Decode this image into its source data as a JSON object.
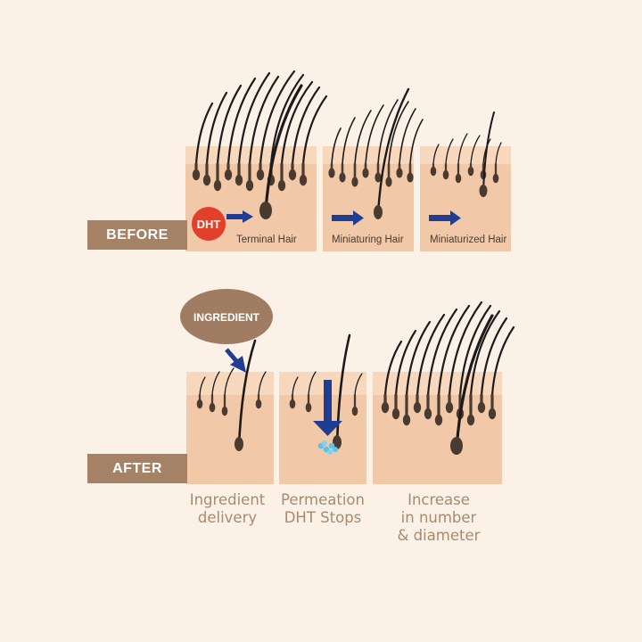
{
  "before": {
    "label": "BEFORE",
    "dht_badge": "DHT",
    "stages": [
      {
        "label": "Terminal Hair"
      },
      {
        "label": "Miniaturing Hair"
      },
      {
        "label": "Miniaturized Hair"
      }
    ]
  },
  "after": {
    "label": "AFTER",
    "ingredient_bubble": "INGREDIENT",
    "captions": [
      {
        "lines": [
          "Ingredient",
          "delivery"
        ]
      },
      {
        "lines": [
          "Permeation",
          "DHT Stops"
        ]
      },
      {
        "lines": [
          "Increase",
          "in number",
          "& diameter"
        ]
      }
    ]
  },
  "colors": {
    "background": "#fcf1e7",
    "label_fill": "#a58166",
    "skin_top": "#f7d8bc",
    "skin_body": "#f1c9a8",
    "hair": "#1c1a1a",
    "follicle": "#4a3a30",
    "arrow": "#1f3d93",
    "dht_badge": "#e2402a",
    "ingredient_bubble": "#a07d62",
    "caption_text": "#a88a6c",
    "serum_droplets": "#5ec3e8"
  },
  "icons": [
    "dht-badge-icon",
    "arrow-right-icon",
    "arrow-down-icon",
    "ingredient-bubble-icon"
  ]
}
